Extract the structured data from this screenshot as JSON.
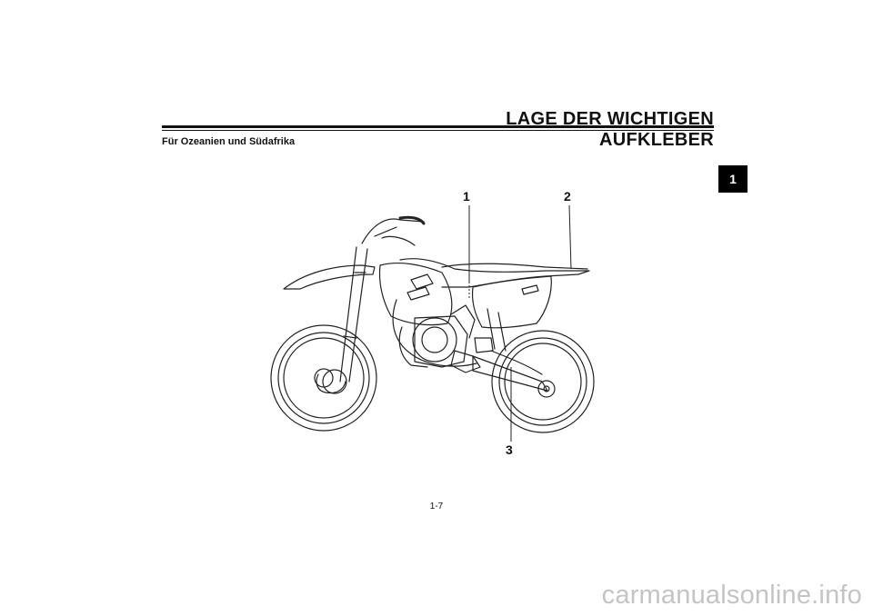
{
  "header": {
    "title": "LAGE DER WICHTIGEN AUFKLEBER",
    "chapter_tab": "1"
  },
  "subtitle": "Für Ozeanien und Südafrika",
  "figure": {
    "callouts": [
      "1",
      "2",
      "3"
    ]
  },
  "footer": {
    "page_number": "1-7",
    "watermark": "carmanualsonline.info"
  }
}
